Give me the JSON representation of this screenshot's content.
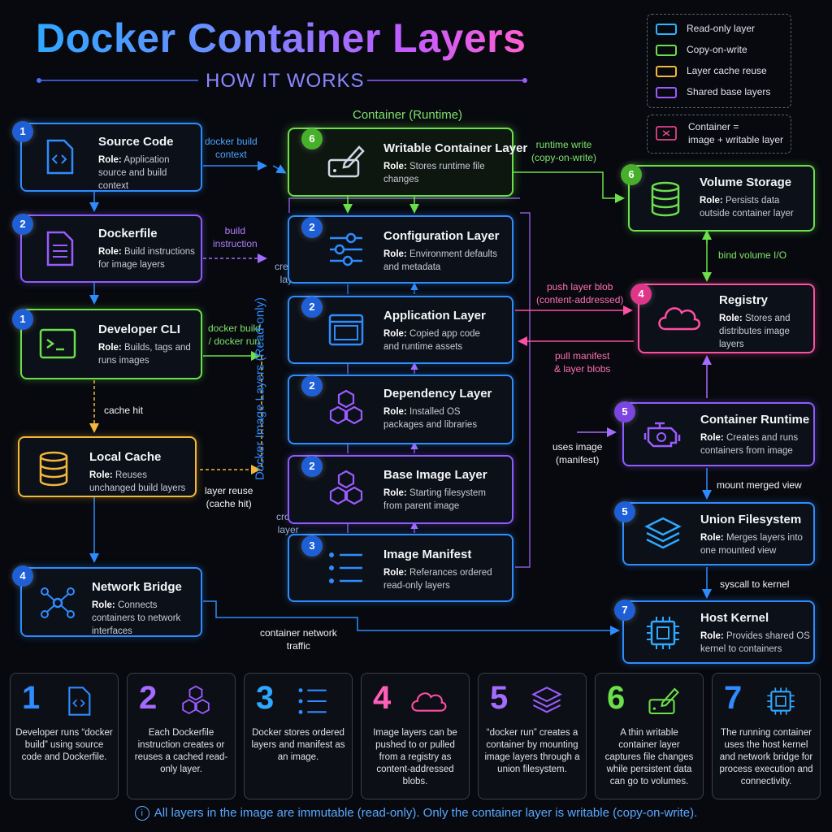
{
  "title": "Docker Container Layers",
  "subtitle": "HOW IT WORKS",
  "legend": {
    "items": [
      {
        "label": "Read-only layer",
        "color": "#2fb4ff"
      },
      {
        "label": "Copy-on-write",
        "color": "#6be04a"
      },
      {
        "label": "Layer cache reuse",
        "color": "#f4b73a"
      },
      {
        "label": "Shared base layers",
        "color": "#9a5cff"
      }
    ],
    "container_note": "Container =\nimage + writable layer"
  },
  "container_title": "Container (Runtime)",
  "stack_label": "Docker Image Layers (Read-only)",
  "role_prefix": "Role:",
  "cards": {
    "source": {
      "badge": "1",
      "name": "Source Code",
      "role": "Application source and build context"
    },
    "dockerfile": {
      "badge": "2",
      "name": "Dockerfile",
      "role": "Build instructions for image layers"
    },
    "cli": {
      "badge": "1",
      "name": "Developer CLI",
      "role": "Builds, tags and runs images"
    },
    "cache": {
      "name": "Local Cache",
      "role": "Reuses unchanged build layers"
    },
    "network": {
      "badge": "4",
      "name": "Network Bridge",
      "role": "Connects containers to network interfaces"
    },
    "writable": {
      "badge": "6",
      "name": "Writable Container Layer",
      "role": "Stores runtime file changes"
    },
    "config": {
      "badge": "2",
      "name": "Configuration Layer",
      "role": "Environment defaults and metadata"
    },
    "app": {
      "badge": "2",
      "name": "Application Layer",
      "role": "Copied app code and runtime assets"
    },
    "dep": {
      "badge": "2",
      "name": "Dependency Layer",
      "role": "Installed OS packages and libraries"
    },
    "base": {
      "badge": "2",
      "name": "Base Image Layer",
      "role": "Starting filesystem from parent image"
    },
    "manifest": {
      "badge": "3",
      "name": "Image Manifest",
      "role": "Referances ordered read-only layers"
    },
    "volume": {
      "badge": "6",
      "name": "Volume Storage",
      "role": "Persists data outside container layer"
    },
    "registry": {
      "badge": "4",
      "name": "Registry",
      "role": "Stores and distributes image layers"
    },
    "runtime": {
      "badge": "5",
      "name": "Container Runtime",
      "role": "Creates and runs containers from image"
    },
    "unionfs": {
      "badge": "5",
      "name": "Union Filesystem",
      "role": "Merges layers into one mounted view"
    },
    "kernel": {
      "badge": "7",
      "name": "Host Kernel",
      "role": "Provides shared OS kernel to containers"
    }
  },
  "edges": {
    "docker_build_context": "docker build\ncontext",
    "build_instruction": "build\ninstruction",
    "docker_build_run": "docker build\n/ docker run",
    "cache_hit": "cache hit",
    "layer_reuse": "layer reuse\n(cache hit)",
    "creates_layer": "creates\nlayer",
    "creates_layer_2": "croes\nlayer",
    "container_network": "container network\ntraffic",
    "runtime_write": "runtime write\n(copy-on-write)",
    "bind_volume": "bind volume I/O",
    "push_layer": "push layer blob\n(content-addressed)",
    "pull_manifest": "pull manifest\n& layer blobs",
    "uses_image": "uses image\n(manifest)",
    "mount_merged": "mount merged view",
    "syscall": "syscall to kernel"
  },
  "steps": [
    {
      "num": "1",
      "text": "Developer runs “docker build” using source code and Dockerfile.",
      "color": "#2f8cff"
    },
    {
      "num": "2",
      "text": "Each Dockerfile instruction creates or reuses a cached read-only layer.",
      "color": "#a56bff"
    },
    {
      "num": "3",
      "text": "Docker stores ordered layers and manifest as an image.",
      "color": "#2fa8ff"
    },
    {
      "num": "4",
      "text": "Image layers can be pushed to or pulled from a registry as content-addressed blobs.",
      "color": "#ff5fb8"
    },
    {
      "num": "5",
      "text": "“docker run” creates a container by mounting image layers through a union filesystem.",
      "color": "#a56bff"
    },
    {
      "num": "6",
      "text": "A thin writable container layer captures file changes while persistent data can go to volumes.",
      "color": "#6be04a"
    },
    {
      "num": "7",
      "text": "The running container uses the host kernel and network bridge for process execution and connectivity.",
      "color": "#2f8cff"
    }
  ],
  "footer": "All layers in the image are immutable (read-only). Only the container layer is writable (copy-on-write)."
}
